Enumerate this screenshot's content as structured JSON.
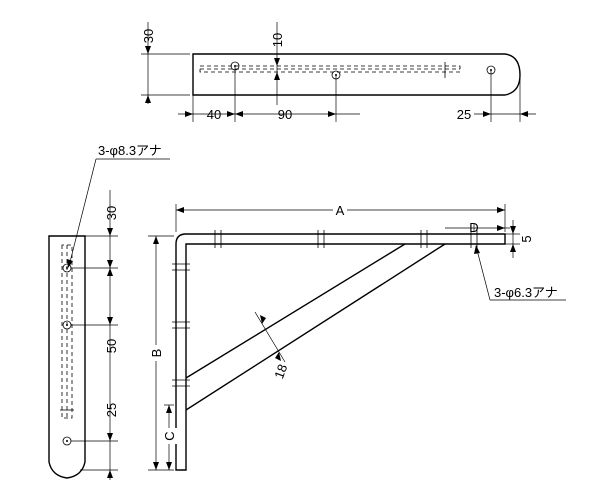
{
  "top_view": {
    "dim_width": "30",
    "dim_slot": "10",
    "dim_left": "40",
    "dim_middle": "90",
    "dim_right": "25"
  },
  "side_view": {
    "hole_note": "3-φ8.3アナ",
    "dim_top": "30",
    "dim_middle": "50",
    "dim_bottom": "25"
  },
  "front_view": {
    "dim_a": "A",
    "dim_b": "B",
    "dim_c": "C",
    "dim_d": "D",
    "dim_thickness": "5",
    "dim_brace": "18",
    "hole_note": "3-φ6.3アナ"
  }
}
